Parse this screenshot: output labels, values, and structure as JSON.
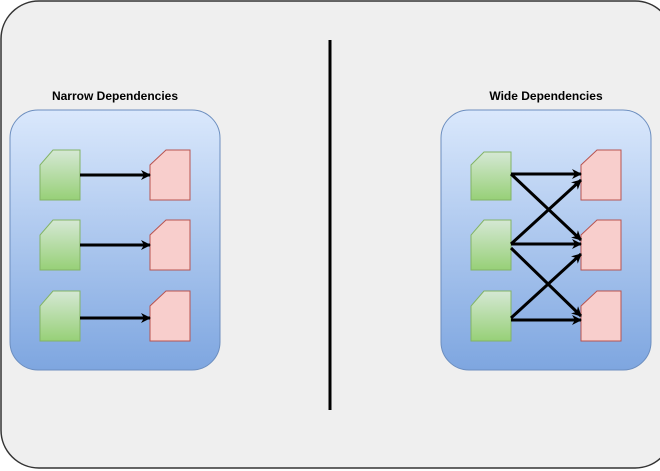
{
  "diagram": {
    "narrow": {
      "title": "Narrow Dependencies",
      "sources": 3,
      "targets": 3
    },
    "wide": {
      "title": "Wide Dependencies",
      "sources": 3,
      "targets": 3
    }
  },
  "colors": {
    "page_background": "#efefef",
    "page_border": "#333333",
    "panel_top": "#dae8fc",
    "panel_bottom": "#7ea6e0",
    "panel_border": "#6c8ebf",
    "source_top": "#d5e8d4",
    "source_bottom": "#97d077",
    "source_border": "#82b366",
    "target_fill": "#f8cecc",
    "target_border": "#b85450",
    "arrow": "#000000",
    "divider": "#000000"
  }
}
